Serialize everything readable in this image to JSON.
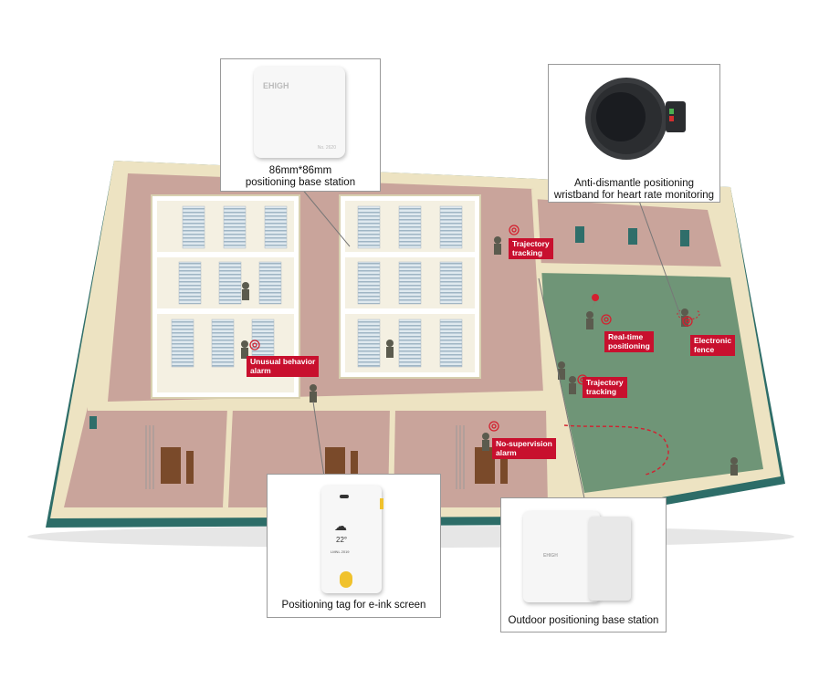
{
  "callouts": {
    "base_station": {
      "line1": "86mm*86mm",
      "line2": "positioning base station",
      "device_brand": "EHIGH",
      "device_model": "No. 2620"
    },
    "wristband": {
      "line1": "Anti-dismantle positioning",
      "line2": "wristband for heart rate monitoring"
    },
    "eink_tag": {
      "line1": "Positioning tag for e-ink screen",
      "screen_temp": "22°",
      "screen_text": "LMNL 2019"
    },
    "outdoor_station": {
      "line1": "Outdoor positioning base station",
      "device_brand": "EHIGH"
    }
  },
  "alarms": {
    "trajectory_1": {
      "line1": "Trajectory",
      "line2": "tracking"
    },
    "unusual": {
      "line1": "Unusual behavior",
      "line2": "alarm"
    },
    "no_supervision": {
      "line1": "No-supervision",
      "line2": "alarm"
    },
    "realtime": {
      "line1": "Real-time",
      "line2": "positioning"
    },
    "fence": {
      "line1": "Electronic",
      "line2": "fence"
    },
    "trajectory_2": {
      "line1": "Trajectory",
      "line2": "tracking"
    }
  },
  "colors": {
    "alarm": "#c8102e",
    "wall": "#ede3c2",
    "floor": "#c9a49b",
    "yard": "#6f9577",
    "teal": "#2f6e6a"
  }
}
